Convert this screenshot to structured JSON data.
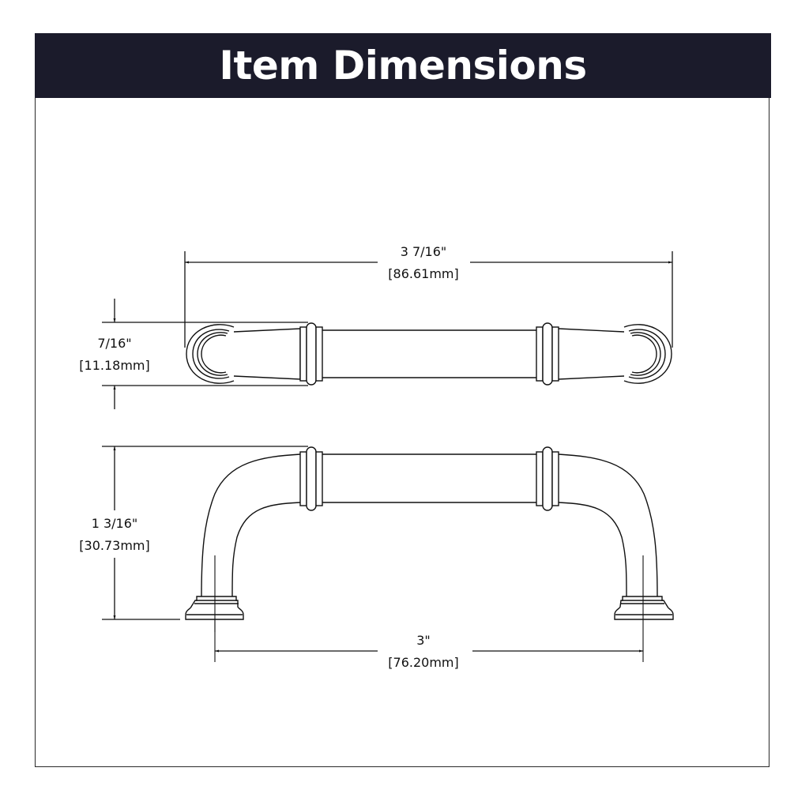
{
  "header": {
    "title": "Item Dimensions",
    "background_color": "#1b1b2b",
    "text_color": "#ffffff"
  },
  "dimensions": {
    "overall_length": {
      "imperial": "3 7/16\"",
      "metric": "[86.61mm]"
    },
    "width": {
      "imperial": "7/16\"",
      "metric": "[11.18mm]"
    },
    "projection": {
      "imperial": "1 3/16\"",
      "metric": "[30.73mm]"
    },
    "center_to_center": {
      "imperial": "3\"",
      "metric": "[76.20mm]"
    }
  },
  "views": {
    "top": "top-view-handle-outline",
    "side": "side-view-handle-outline"
  }
}
